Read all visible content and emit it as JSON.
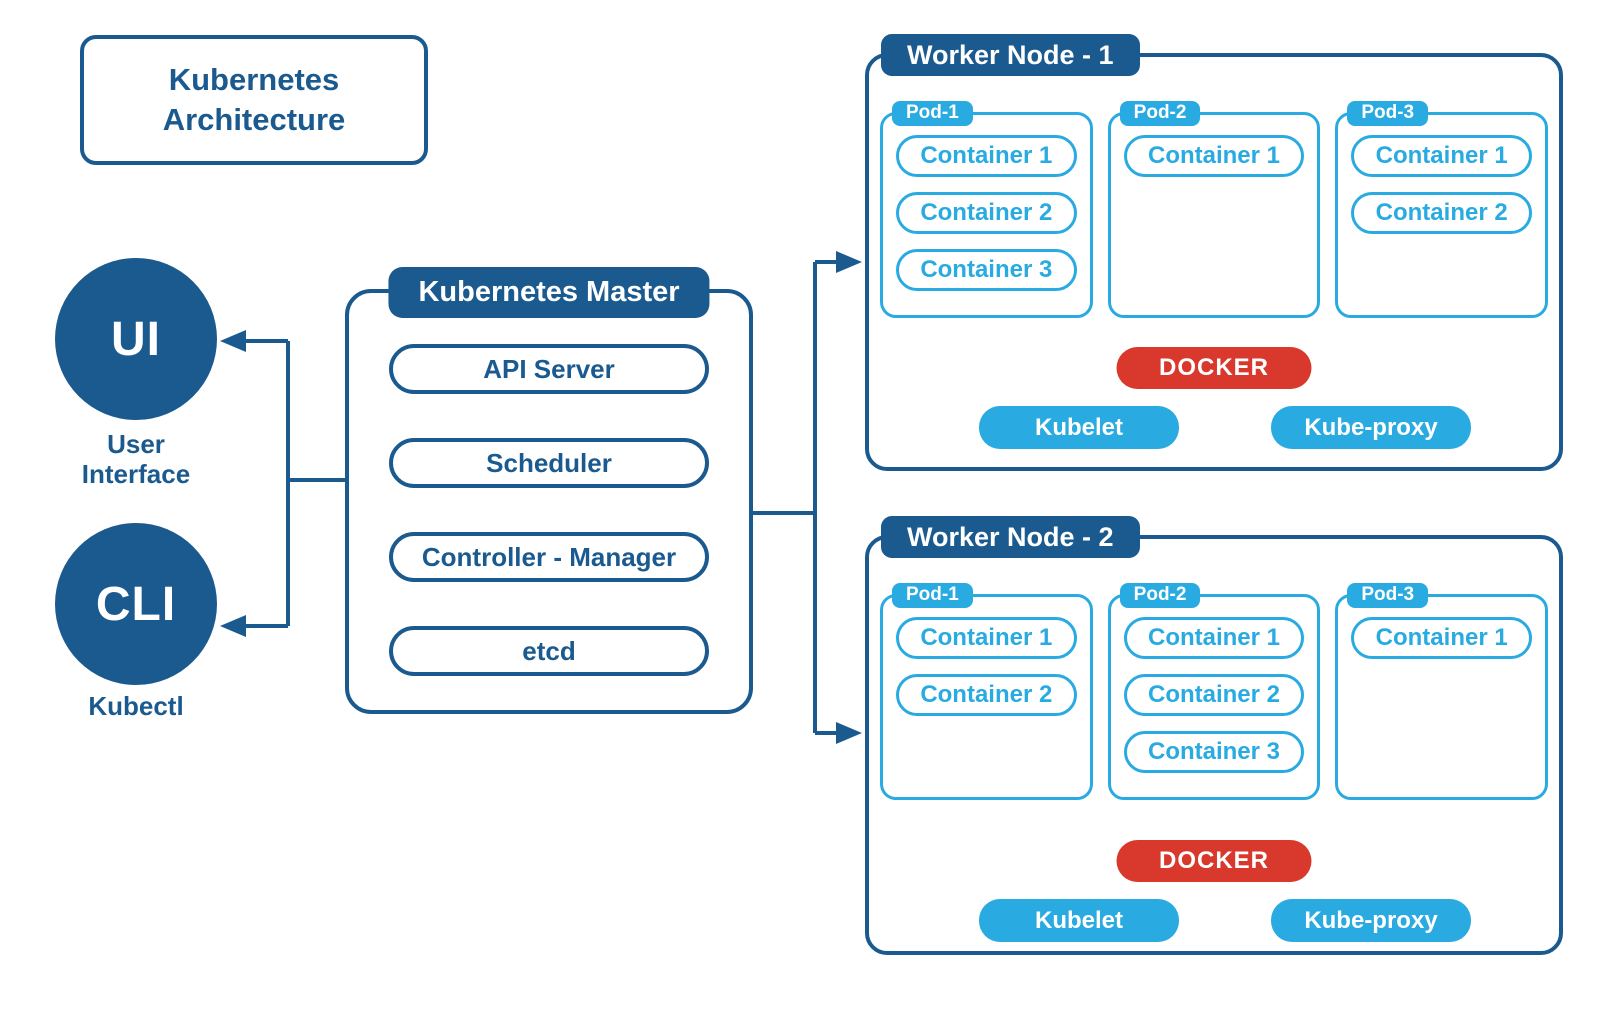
{
  "title_lines": [
    "Kubernetes",
    "Architecture"
  ],
  "colors": {
    "navy": "#1B5A8F",
    "light_blue": "#29ABE2",
    "red": "#D8392C"
  },
  "clients": [
    {
      "abbr": "UI",
      "label_lines": [
        "User",
        "Interface"
      ]
    },
    {
      "abbr": "CLI",
      "label_lines": [
        "Kubectl"
      ]
    }
  ],
  "master": {
    "title": "Kubernetes Master",
    "components": [
      "API Server",
      "Scheduler",
      "Controller - Manager",
      "etcd"
    ]
  },
  "workers": [
    {
      "title": "Worker Node - 1",
      "pods": [
        {
          "name": "Pod-1",
          "containers": [
            "Container 1",
            "Container 2",
            "Container 3"
          ]
        },
        {
          "name": "Pod-2",
          "containers": [
            "Container 1"
          ]
        },
        {
          "name": "Pod-3",
          "containers": [
            "Container 1",
            "Container 2"
          ]
        }
      ],
      "runtime": "DOCKER",
      "services": [
        "Kubelet",
        "Kube-proxy"
      ]
    },
    {
      "title": "Worker Node - 2",
      "pods": [
        {
          "name": "Pod-1",
          "containers": [
            "Container 1",
            "Container 2"
          ]
        },
        {
          "name": "Pod-2",
          "containers": [
            "Container 1",
            "Container 2",
            "Container 3"
          ]
        },
        {
          "name": "Pod-3",
          "containers": [
            "Container 1"
          ]
        }
      ],
      "runtime": "DOCKER",
      "services": [
        "Kubelet",
        "Kube-proxy"
      ]
    }
  ]
}
